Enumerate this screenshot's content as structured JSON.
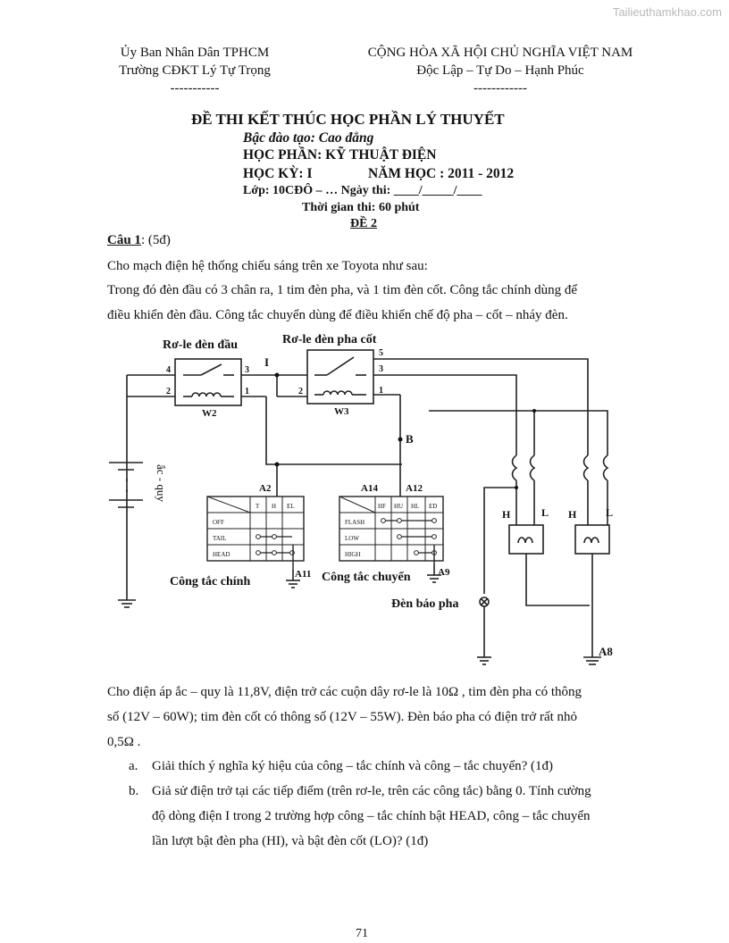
{
  "watermark": "Tailieuthamkhao.com",
  "header": {
    "left_line1": "Ủy Ban Nhân Dân TPHCM",
    "left_line2": "Trường CĐKT Lý Tự Trọng",
    "left_dashes": "-----------",
    "right_line1": "CỘNG HÒA XÃ HỘI CHỦ NGHĨA VIỆT NAM",
    "right_line2": "Độc Lập – Tự Do – Hạnh Phúc",
    "right_dashes": "------------"
  },
  "exam": {
    "title": "ĐỀ THI KẾT THÚC HỌC PHẦN LÝ THUYẾT",
    "level": "Bậc đào tạo: Cao đẳng",
    "module": "HỌC PHẦN: KỸ THUẬT ĐIỆN",
    "semester": "HỌC KỲ: I",
    "year": "NĂM HỌC :  2011 - 2012",
    "class_date": "Lớp:  10CĐÔ – …  Ngày thi: ____/_____/____",
    "duration": "Thời gian thi: 60 phút",
    "code": "ĐỀ 2"
  },
  "question": {
    "label": "Câu 1",
    "points": ": (5đ)",
    "intro": "Cho mạch điện hệ thống chiếu sáng trên xe Toyota như sau:",
    "desc_line1": "Trong đó đèn đầu có 3 chân ra, 1 tim đèn pha, và 1 tim đèn cốt. Công tắc chính dùng để",
    "desc_line2": "điều khiển đèn đầu. Công tắc chuyển dùng để điều khiển chế độ pha – cốt – nháy đèn.",
    "after_line1": "Cho điện áp ắc – quy là 11,8V, điện trở các cuộn dây rơ-le là 10Ω , tim đèn pha có thông",
    "after_line2": "số (12V – 60W); tim đèn cốt có thông số (12V – 55W). Đèn báo pha có điện trở rất nhỏ",
    "after_line3": "0,5Ω .",
    "a_label": "a.",
    "a_text": "Giải thích ý nghĩa ký hiệu của công – tắc chính và công – tắc chuyển? (1đ)",
    "b_label": "b.",
    "b_line1": "Giả sử điện trở tại các tiếp điểm (trên rơ-le, trên các công tắc) bằng 0. Tính cường",
    "b_line2": "độ dòng điện I trong 2 trường hợp công – tắc chính bật HEAD, công – tắc chuyển",
    "b_line3": "lần lượt bật đèn pha (HI), và bật đèn cốt (LO)? (1đ)"
  },
  "diagram": {
    "relay1_title": "Rơ-le đèn đầu",
    "relay2_title": "Rơ-le đèn pha cốt",
    "relay1_name": "W2",
    "relay2_name": "W3",
    "relay1_pins": [
      "4",
      "3",
      "2",
      "1"
    ],
    "relay2_pins": [
      "5",
      "3",
      "2",
      "1"
    ],
    "current_label": "I",
    "node_b": "B",
    "battery": "ắc - quy",
    "main_switch": {
      "connector": "A2",
      "columns": [
        "T",
        "H",
        "EL"
      ],
      "rows": [
        "OFF",
        "TAIL",
        "HEAD"
      ],
      "ground": "A11",
      "caption": "Công tắc chính"
    },
    "dimmer_switch": {
      "connector_left": "A14",
      "connector_right": "A12",
      "columns": [
        "HF",
        "HU",
        "HL",
        "ED"
      ],
      "rows": [
        "FLASH",
        "LOW",
        "HIGH"
      ],
      "ground": "A9",
      "caption": "Công tắc chuyển"
    },
    "lamp_labels": [
      "H",
      "L",
      "H",
      "L"
    ],
    "indicator": "Đèn báo pha",
    "ground_right": "A8"
  },
  "page_number": "71"
}
